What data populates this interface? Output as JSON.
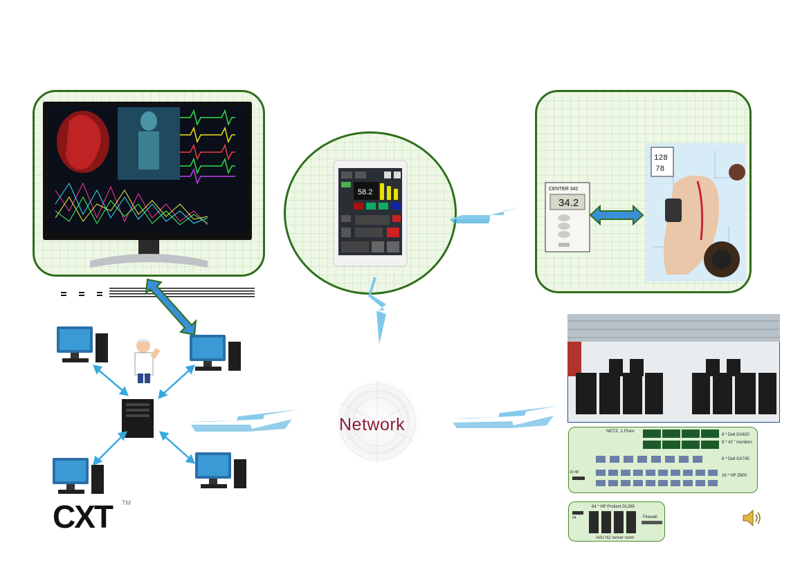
{
  "network": {
    "label": "Network"
  },
  "brand": {
    "logo": "CXT",
    "trademark": "TM"
  },
  "tablet": {
    "value": "58.2"
  },
  "thermometer": {
    "brand": "CENTER 342",
    "reading": "34.2"
  },
  "bp_display": {
    "systolic": "128",
    "diastolic": "78"
  },
  "datacenter": {
    "floor_label": "NETZ. 1.Floor",
    "group1": "8 * Dell GX620",
    "group1b": "8 * 42 \" monitors",
    "group2": "8 * Dell GX745",
    "group3": "16 * HP Z800",
    "servers": "64 * HP Proliant DL385",
    "firewall": "Firewall",
    "room": "AAU N2 server room",
    "switch_label": "32-48",
    "count64": "64"
  },
  "icons": [
    "monitor-icon",
    "tablet-icon",
    "thermometer-icon",
    "arm-sensor-icon",
    "computer-icon",
    "server-icon",
    "doctor-icon",
    "network-cloud-icon",
    "speaker-icon",
    "arrow-icon"
  ]
}
